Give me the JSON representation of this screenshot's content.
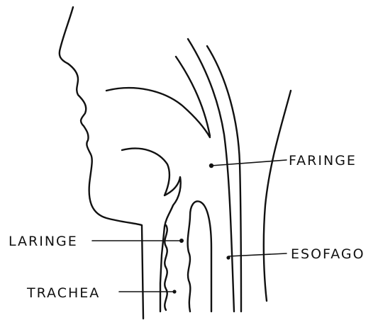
{
  "labels": {
    "faringe": "FARINGE",
    "laringe": "LARINGE",
    "esofago": "ESOFAGO",
    "trachea": "TRACHEA"
  },
  "colors": {
    "ink": "#111111",
    "background": "#ffffff"
  }
}
